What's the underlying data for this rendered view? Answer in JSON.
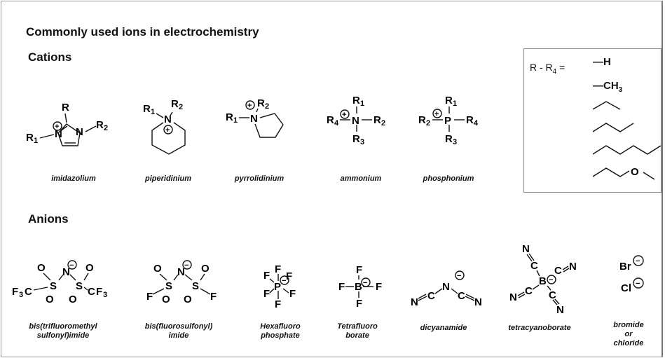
{
  "title": "Commonly used ions in electrochemistry",
  "cations_heading": "Cations",
  "anions_heading": "Anions",
  "legend": {
    "label_prefix": "R - R",
    "label_sub": "4",
    "label_suffix": " =",
    "item_h": "H",
    "item_ch": "CH",
    "item_ch_sub": "3"
  },
  "cations": [
    "imidazolium",
    "piperidinium",
    "pyrrolidinium",
    "ammonium",
    "phosphonium"
  ],
  "anions": {
    "tfsi": [
      "bis(trifluoromethyl",
      "sulfonyl)imide"
    ],
    "fsi": [
      "bis(fluorosulfonyl)",
      "imide"
    ],
    "pf6": [
      "Hexafluoro",
      "phosphate"
    ],
    "bf4": [
      "Tetrafluoro",
      "borate"
    ],
    "dca": "dicyanamide",
    "tcb": "tetracyanoborate",
    "halide": [
      "bromide",
      "or",
      "chloride"
    ]
  },
  "atoms": {
    "N": "N",
    "P": "P",
    "B": "B",
    "C": "C",
    "F": "F",
    "S": "S",
    "O": "O",
    "Br": "Br",
    "Cl": "Cl",
    "R": "R",
    "plus": "+",
    "minus": "−",
    "r1": "1",
    "r2": "2",
    "r3": "3",
    "r4": "4",
    "three": "3"
  }
}
